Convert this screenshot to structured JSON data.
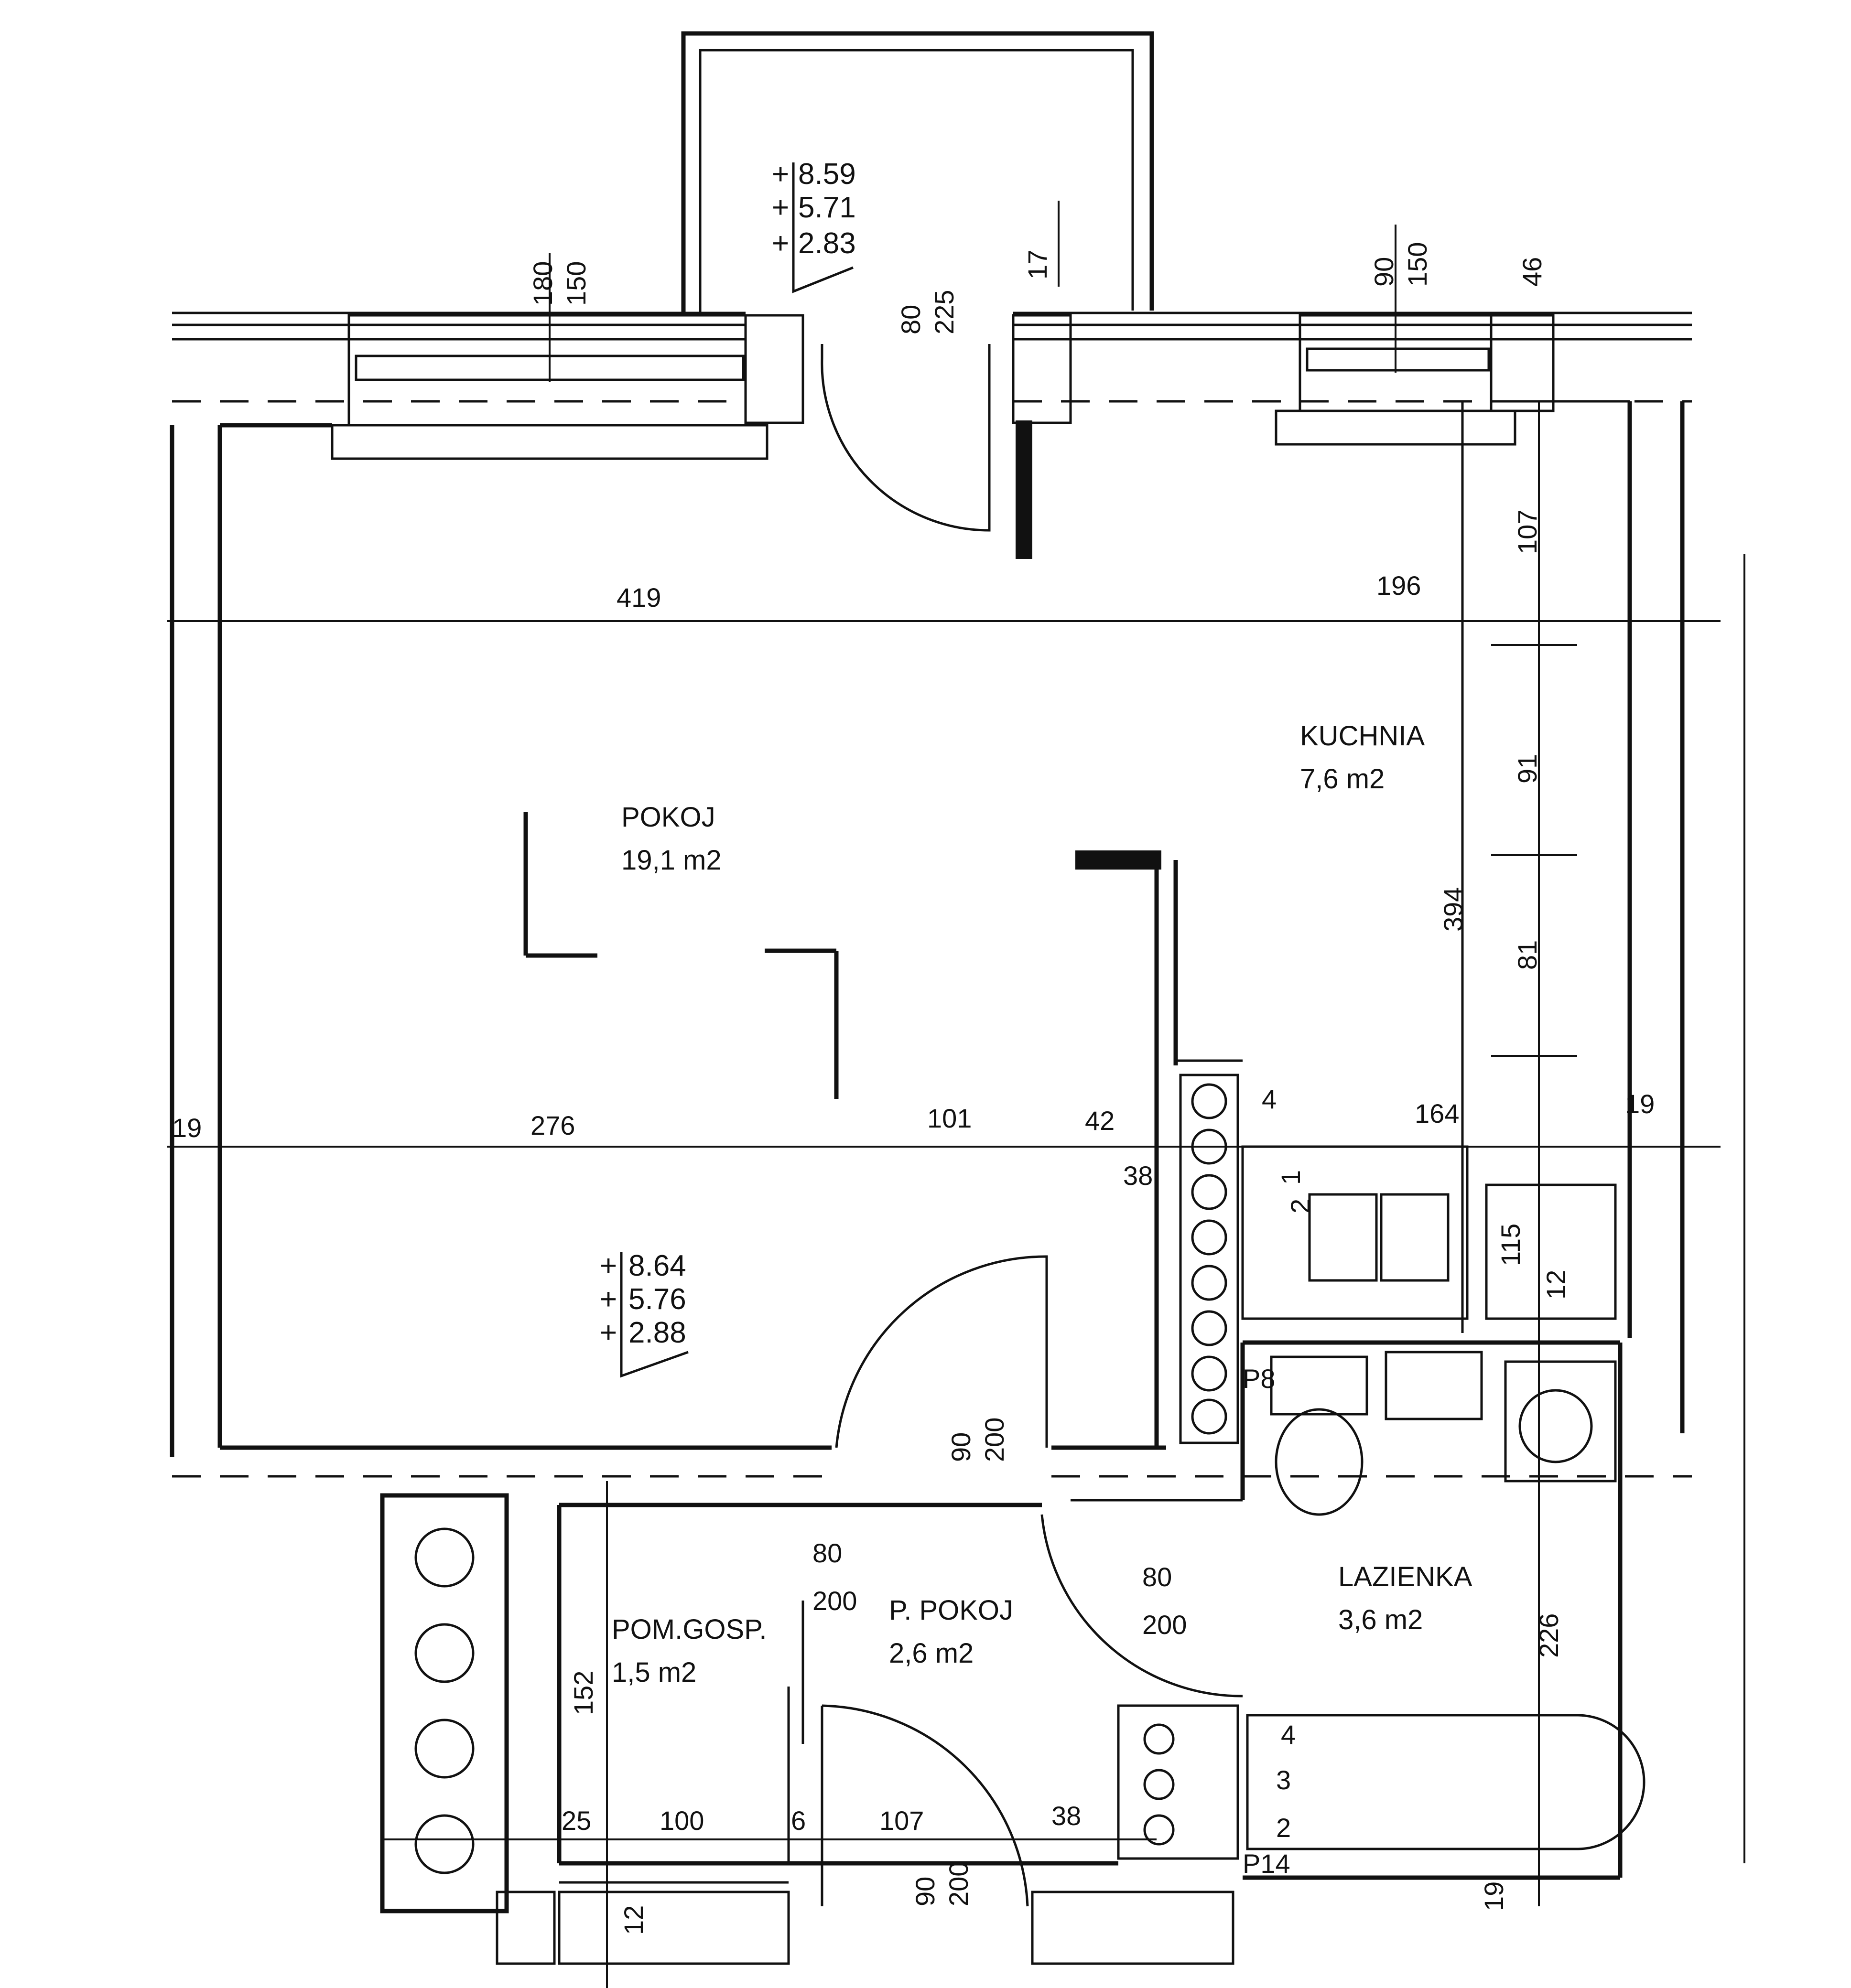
{
  "rooms": {
    "pokoj": {
      "name": "POKOJ",
      "area": "19,1 m2"
    },
    "kuchnia": {
      "name": "KUCHNIA",
      "area": "7,6 m2"
    },
    "lazienka": {
      "name": "LAZIENKA",
      "area": "3,6 m2"
    },
    "p_pokoj": {
      "name": "P. POKOJ",
      "area": "2,6 m2"
    },
    "pom_gosp": {
      "name": "POM.GOSP.",
      "area": "1,5 m2"
    }
  },
  "balcony_levels": [
    "8.59",
    "5.71",
    "2.83"
  ],
  "room_levels": [
    "8.64",
    "5.76",
    "2.88"
  ],
  "balcony_mark": "17",
  "dimensions": {
    "top_window_left": [
      "180",
      "150"
    ],
    "top_door": [
      "80",
      "225"
    ],
    "top_window_right": [
      "90",
      "150"
    ],
    "top_corner": "46",
    "row1_left": "419",
    "row1_right": "196",
    "right_col": [
      "107",
      "91",
      "81"
    ],
    "kitchen_depth": "394",
    "row2": [
      "19",
      "276",
      "101",
      "42",
      "164",
      "19"
    ],
    "riser_38": "38",
    "counter": [
      "115",
      "12"
    ],
    "pokoj_door": [
      "90",
      "200"
    ],
    "gosp_door": [
      "80",
      "200"
    ],
    "lazienka_door": [
      "80",
      "200"
    ],
    "lazienka_depth": "226",
    "gosp_depth": "152",
    "bottom_row": [
      "25",
      "100",
      "6",
      "107",
      "38"
    ],
    "entry_door": [
      "90",
      "200"
    ],
    "bottom_marks": [
      "12",
      "19"
    ],
    "riser_numbers_top": [
      "4",
      "1",
      "2"
    ],
    "riser_numbers_bottom": [
      "4",
      "3",
      "2"
    ],
    "p8": "P8",
    "p14": "P14"
  }
}
